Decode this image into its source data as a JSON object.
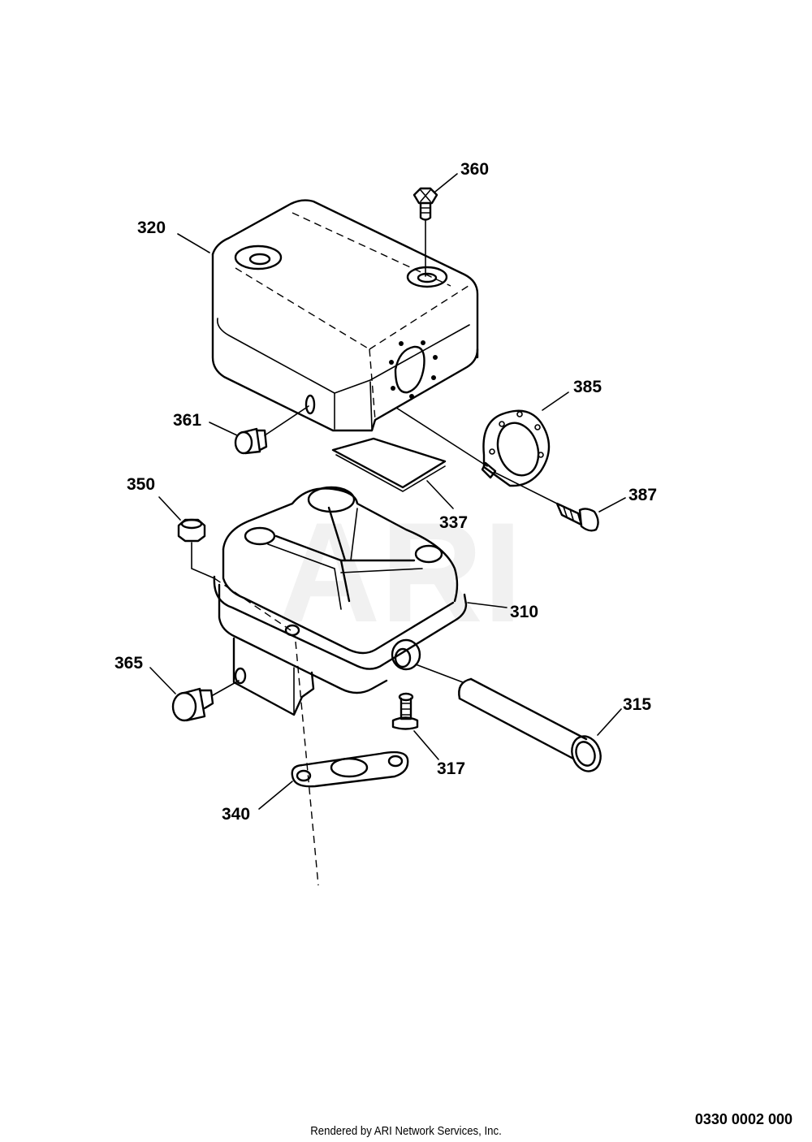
{
  "watermark": "ARI",
  "part_labels": {
    "p360": "360",
    "p320": "320",
    "p385": "385",
    "p361": "361",
    "p350": "350",
    "p387": "387",
    "p337": "337",
    "p310": "310",
    "p365": "365",
    "p315": "315",
    "p317": "317",
    "p340": "340"
  },
  "footer": {
    "drawing_number": "0330 0002 000",
    "credit": "Rendered by ARI Network Services, Inc."
  }
}
